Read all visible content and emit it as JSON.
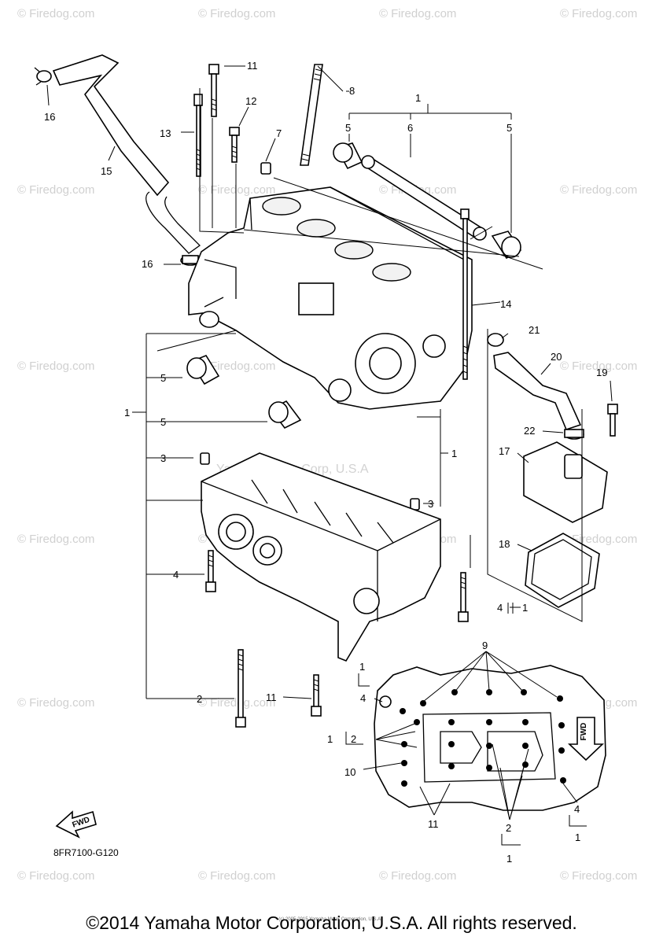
{
  "watermark": {
    "text": "Firedog.com",
    "symbol": "©"
  },
  "embedded_watermark": "Yamaha Motor Corp, U.S.A",
  "small_copyright": "(c) 2005-2015 Yamaha Motor Corporation, U.S.A.",
  "diagram_code": "8FR7100-G120",
  "fwd_label": "FWD",
  "copyright": "©2014 Yamaha Motor Corporation, U.S.A. All rights reserved.",
  "callouts": {
    "c1": "1",
    "c2": "2",
    "c3": "3",
    "c4": "4",
    "c5": "5",
    "c6": "6",
    "c7": "7",
    "c8": "8",
    "c9": "9",
    "c10": "10",
    "c11": "11",
    "c12": "12",
    "c13": "13",
    "c14": "14",
    "c15": "15",
    "c16": "16",
    "c17": "17",
    "c18": "18",
    "c19": "19",
    "c20": "20",
    "c21": "21",
    "c22": "22"
  }
}
